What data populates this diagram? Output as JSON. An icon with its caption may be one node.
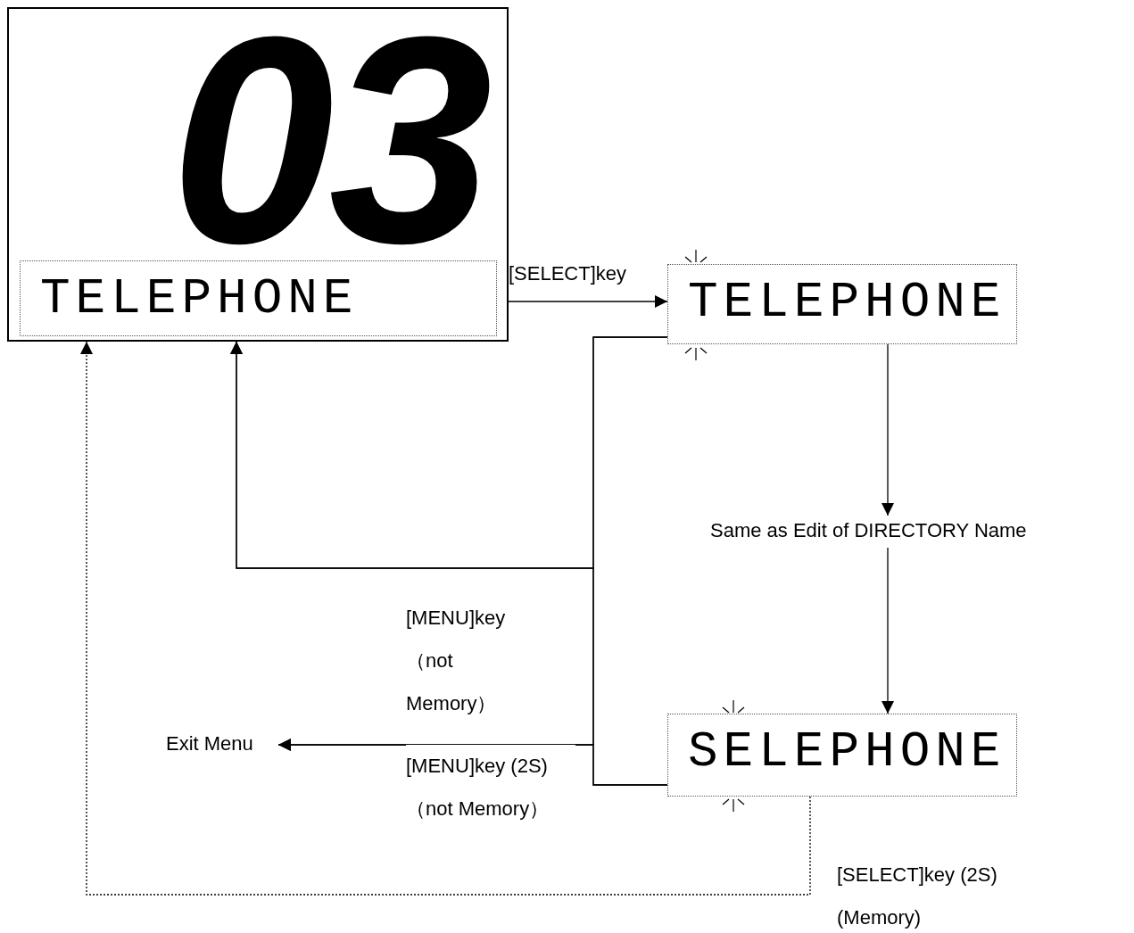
{
  "diagram": {
    "nodes": [
      {
        "text": [
          "03"
        ]
      },
      {
        "text": [
          "TELEPHONE"
        ],
        "in": 0
      },
      {
        "text": [
          "TELEPHONE"
        ]
      },
      {
        "text": [
          "Same as Edit of DIRECTORY Name"
        ]
      },
      {
        "text": [
          "SELEPHONE"
        ]
      },
      {
        "text": [
          "Exit Menu"
        ]
      }
    ],
    "edges": [
      {
        "from": 0,
        "to": 2,
        "arrow": "to",
        "label": "[SELECT]key"
      },
      {
        "from": 2,
        "to": 3,
        "arrow": "to"
      },
      {
        "from": 3,
        "to": 4,
        "arrow": "to"
      },
      {
        "from": 2,
        "to": 0,
        "arrow": "to",
        "label": "[MENU]key （not Memory）"
      },
      {
        "from": 4,
        "to": 0,
        "arrow": "to"
      },
      {
        "from": 2,
        "to": 5,
        "arrow": "to",
        "label": "[MENU]key (2S) （not Memory）"
      },
      {
        "from": 4,
        "to": 5,
        "arrow": "to"
      },
      {
        "from": 4,
        "to": 0,
        "arrow": "to",
        "style": "dashed",
        "label": "[SELECT]key (2S) (Memory)"
      }
    ]
  }
}
